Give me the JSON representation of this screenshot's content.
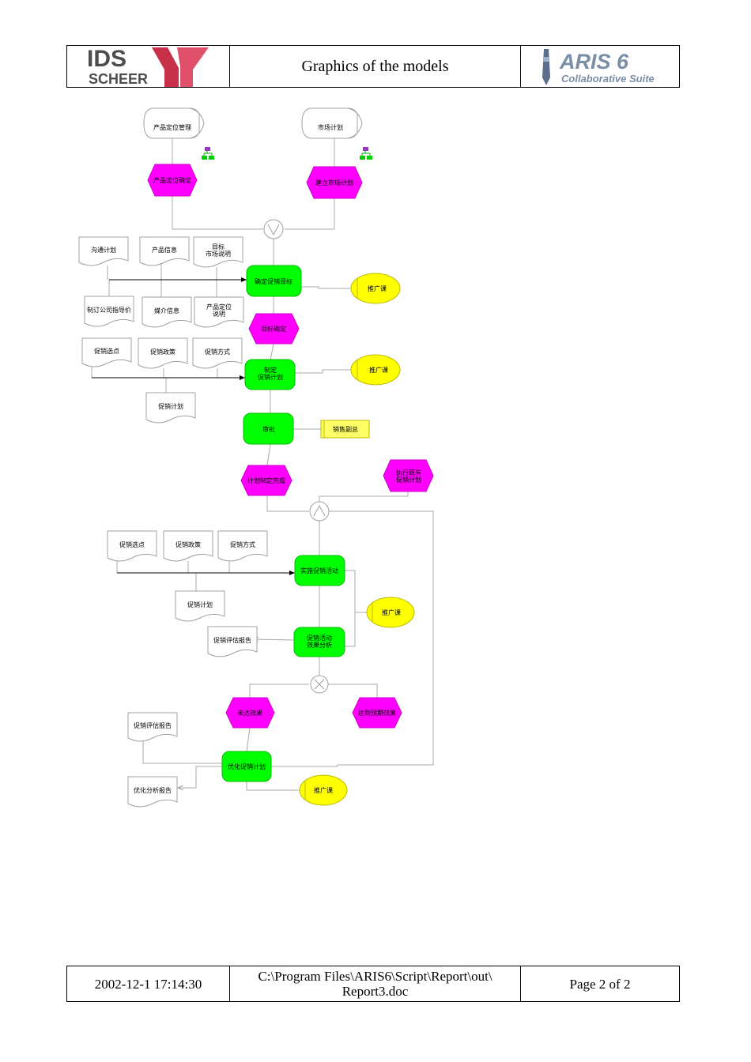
{
  "header": {
    "logo_left": "IDS SCHEER",
    "title": "Graphics of the models",
    "logo_right_main": "ARIS 6",
    "logo_right_sub": "Collaborative Suite"
  },
  "footer": {
    "datetime": "2002-12-1 17:14:30",
    "path_line1": "C:\\Program Files\\ARIS6\\Script\\Report\\out\\",
    "path_line2": "Report3.doc",
    "page": "Page 2  of 2"
  },
  "colors": {
    "event": "#ff00ff",
    "function": "#00ff00",
    "org_unit": "#ffff00",
    "line": "#a0a0a0",
    "arrow": "#000000"
  },
  "diagram": {
    "process_interfaces": {
      "pi1": "产品定位管理",
      "pi2": "市场计划"
    },
    "events": {
      "e1": "产品定位确定",
      "e2": "建立市场计划",
      "e3": "目标确定",
      "e4": "计划制定完成",
      "e5": [
        "执行既有",
        "促销计划"
      ],
      "e6": "未达效果",
      "e7": "达到预期效果"
    },
    "functions": {
      "f1": "确定促销目标",
      "f2": [
        "制定",
        "促销计划"
      ],
      "f3": "审批",
      "f4": "实施促销活动",
      "f5": [
        "促销活动",
        "效果分析"
      ],
      "f6": "优化促销计划"
    },
    "documents": {
      "d1": "沟通计划",
      "d2": "产品信息",
      "d3": [
        "目标",
        "市场说明"
      ],
      "d4": "制订公司指导价",
      "d5": "媒介信息",
      "d6": [
        "产品定位",
        "说明"
      ],
      "d7": "促销选点",
      "d8": "促销政策",
      "d9": "促销方式",
      "d10": "促销计划",
      "d11": "促销选点",
      "d12": "促销政策",
      "d13": "促销方式",
      "d14": "促销计划",
      "d15": "促销评估报告",
      "d16": "促销评估报告",
      "d17": "优化分析报告"
    },
    "org_units": {
      "o1": "推广课",
      "o2": "推广课",
      "o3": "推广课",
      "o4": "推广课"
    },
    "position": "销售副总",
    "connectors": {
      "c1": "∨",
      "c2": "∧",
      "c3": "×"
    }
  }
}
